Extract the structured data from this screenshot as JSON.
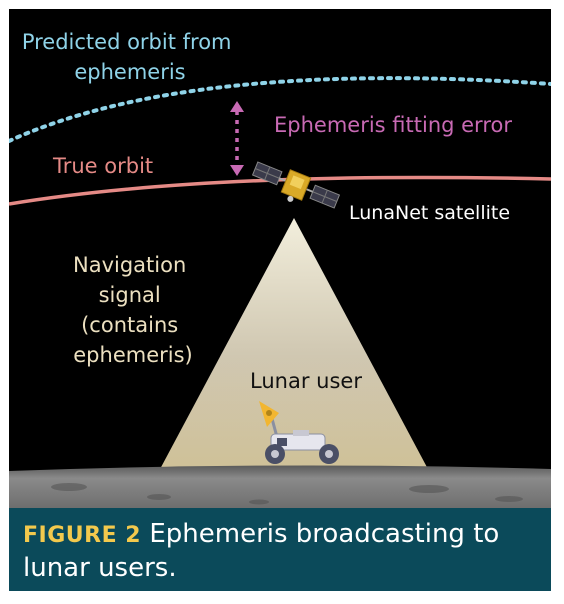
{
  "labels": {
    "predicted_orbit": [
      "Predicted orbit from",
      "ephemeris"
    ],
    "fitting_error": "Ephemeris fitting error",
    "true_orbit": "True orbit",
    "satellite": "LunaNet satellite",
    "nav_signal": [
      "Navigation",
      "signal",
      "(contains",
      "ephemeris)"
    ],
    "user": "Lunar user"
  },
  "caption": {
    "label": "FIGURE 2",
    "text": " Ephemeris broadcasting to lunar users."
  },
  "colors": {
    "predicted_orbit": "#8fd3e8",
    "true_orbit": "#e58a86",
    "fitting_error": "#c86ab4",
    "nav_signal_text": "#ece0c0",
    "caption_bg": "#0b4a5a",
    "caption_label": "#f3c94d"
  },
  "icons": [
    "satellite-icon",
    "lunar-rover-icon"
  ]
}
